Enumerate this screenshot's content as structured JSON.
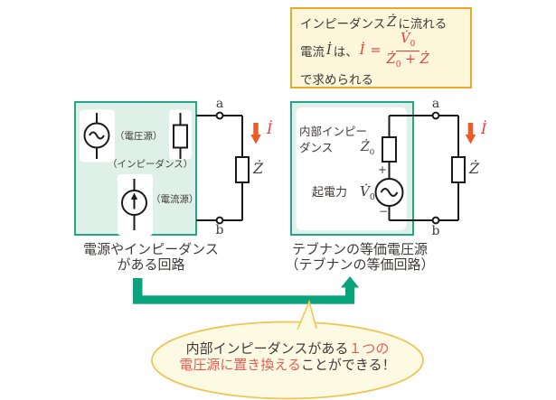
{
  "colors": {
    "teal_border": "#27a58a",
    "box_fill": "#def0e8",
    "arrow_teal": "#0aa47c",
    "note_bg": "#fdf6da",
    "note_border": "#e9a929",
    "callout_bg": "#fdfae4",
    "callout_border": "#f0c455",
    "red": "#e63c3c",
    "callout_red": "#ea5a55",
    "orange": "#ea5c28",
    "text_dark": "#3f3a39"
  },
  "formula_box": {
    "line1_pre": "インピーダンス",
    "line1_sym": "Ż",
    "line1_post": "に流れる",
    "line2_pre": "電流",
    "line2_sym": "İ",
    "line2_post": "は、",
    "formula": {
      "lhs": "İ",
      "eq": "=",
      "num": "V̇",
      "num_sub": "0",
      "den_z0": "Ż",
      "den_z0_sub": "0",
      "den_plus": "+",
      "den_z": "Ż"
    },
    "line3": "で求められる"
  },
  "left_circuit": {
    "terminal_a": "a",
    "terminal_b": "b",
    "voltage_source_label": "（電圧源）",
    "impedance_label": "（インピーダンス）",
    "current_source_label": "（電流源）",
    "load_label": "Ż",
    "current_label": "İ",
    "caption_line1": "電源やインピーダンス",
    "caption_line2": "がある回路"
  },
  "right_circuit": {
    "terminal_a": "a",
    "terminal_b": "b",
    "internal_impedance_line1": "内部インピー",
    "internal_impedance_line2": "ダンス",
    "z0_sym": "Ż",
    "z0_sub": "0",
    "plus": "+",
    "minus": "−",
    "emf_label": "起電力",
    "v0_sym": "V̇",
    "v0_sub": "0",
    "load_label": "Ż",
    "current_label": "İ",
    "caption_line1": "テブナンの等価電圧源",
    "caption_line2": "（テブナンの等価回路）"
  },
  "callout": {
    "line1_dark": "内部インピーダンスがある",
    "line1_red": "１つの",
    "line2_red": "電圧源に置き換える",
    "line2_dark": "ことができる！"
  }
}
